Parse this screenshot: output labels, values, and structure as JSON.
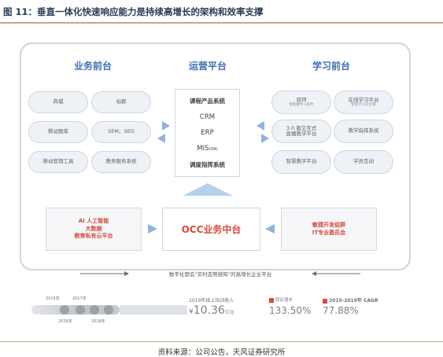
{
  "figure_title": "图 11：垂直一体化快速响应能力是持续高增长的架构和效率支撑",
  "source": "资料来源：公司公告，天风证券研究所",
  "left": {
    "title": "业务前台",
    "items": [
      "商城",
      "站群",
      "移动题库",
      "SEM、SEO",
      "移动营销工具",
      "教务服务系统"
    ]
  },
  "center": {
    "title": "运营平台",
    "items": [
      "课程产品系统",
      "CRM",
      "ERP",
      "MIS",
      "(OA)",
      "调度指挥系统"
    ]
  },
  "right": {
    "title": "学习前台",
    "items": [
      {
        "main": "双师",
        "sub": "智能硬件+软件"
      },
      {
        "main": "在线学习平台",
        "sub": "智能学习云引擎"
      },
      {
        "main": "3.0 版交互式",
        "sub": "直播教学平台"
      },
      {
        "main": "教学指挥系统",
        "sub": ""
      },
      {
        "main": "智慧教学平台",
        "sub": ""
      },
      {
        "main": "学员互动",
        "sub": ""
      }
    ]
  },
  "bottom": {
    "left_lines": [
      "AI 人工智能",
      "大数据",
      "教育私有云平台"
    ],
    "center": "OCC业务中台",
    "right_lines": [
      "敏捷开发组群",
      "IT专业委员会"
    ]
  },
  "tagline": "数字化塑造“实时态势感知”的高增长企业平台",
  "timeline": {
    "years": [
      "2015年",
      "2017年",
      "2016年",
      "2018年"
    ]
  },
  "stats": {
    "revenue_label": "2019年线上培训收入",
    "revenue_prefix": "¥",
    "revenue_value": "10.36",
    "revenue_unit": "亿元",
    "yoy_label": "同比增长",
    "yoy_value": "133.50%",
    "cagr_label": "2015-2019年 CAGR",
    "cagr_value": "77.88%"
  },
  "colors": {
    "accent_blue": "#3f6fb5",
    "accent_red": "#d84a3a",
    "gold_rule": "#c9a77a"
  }
}
